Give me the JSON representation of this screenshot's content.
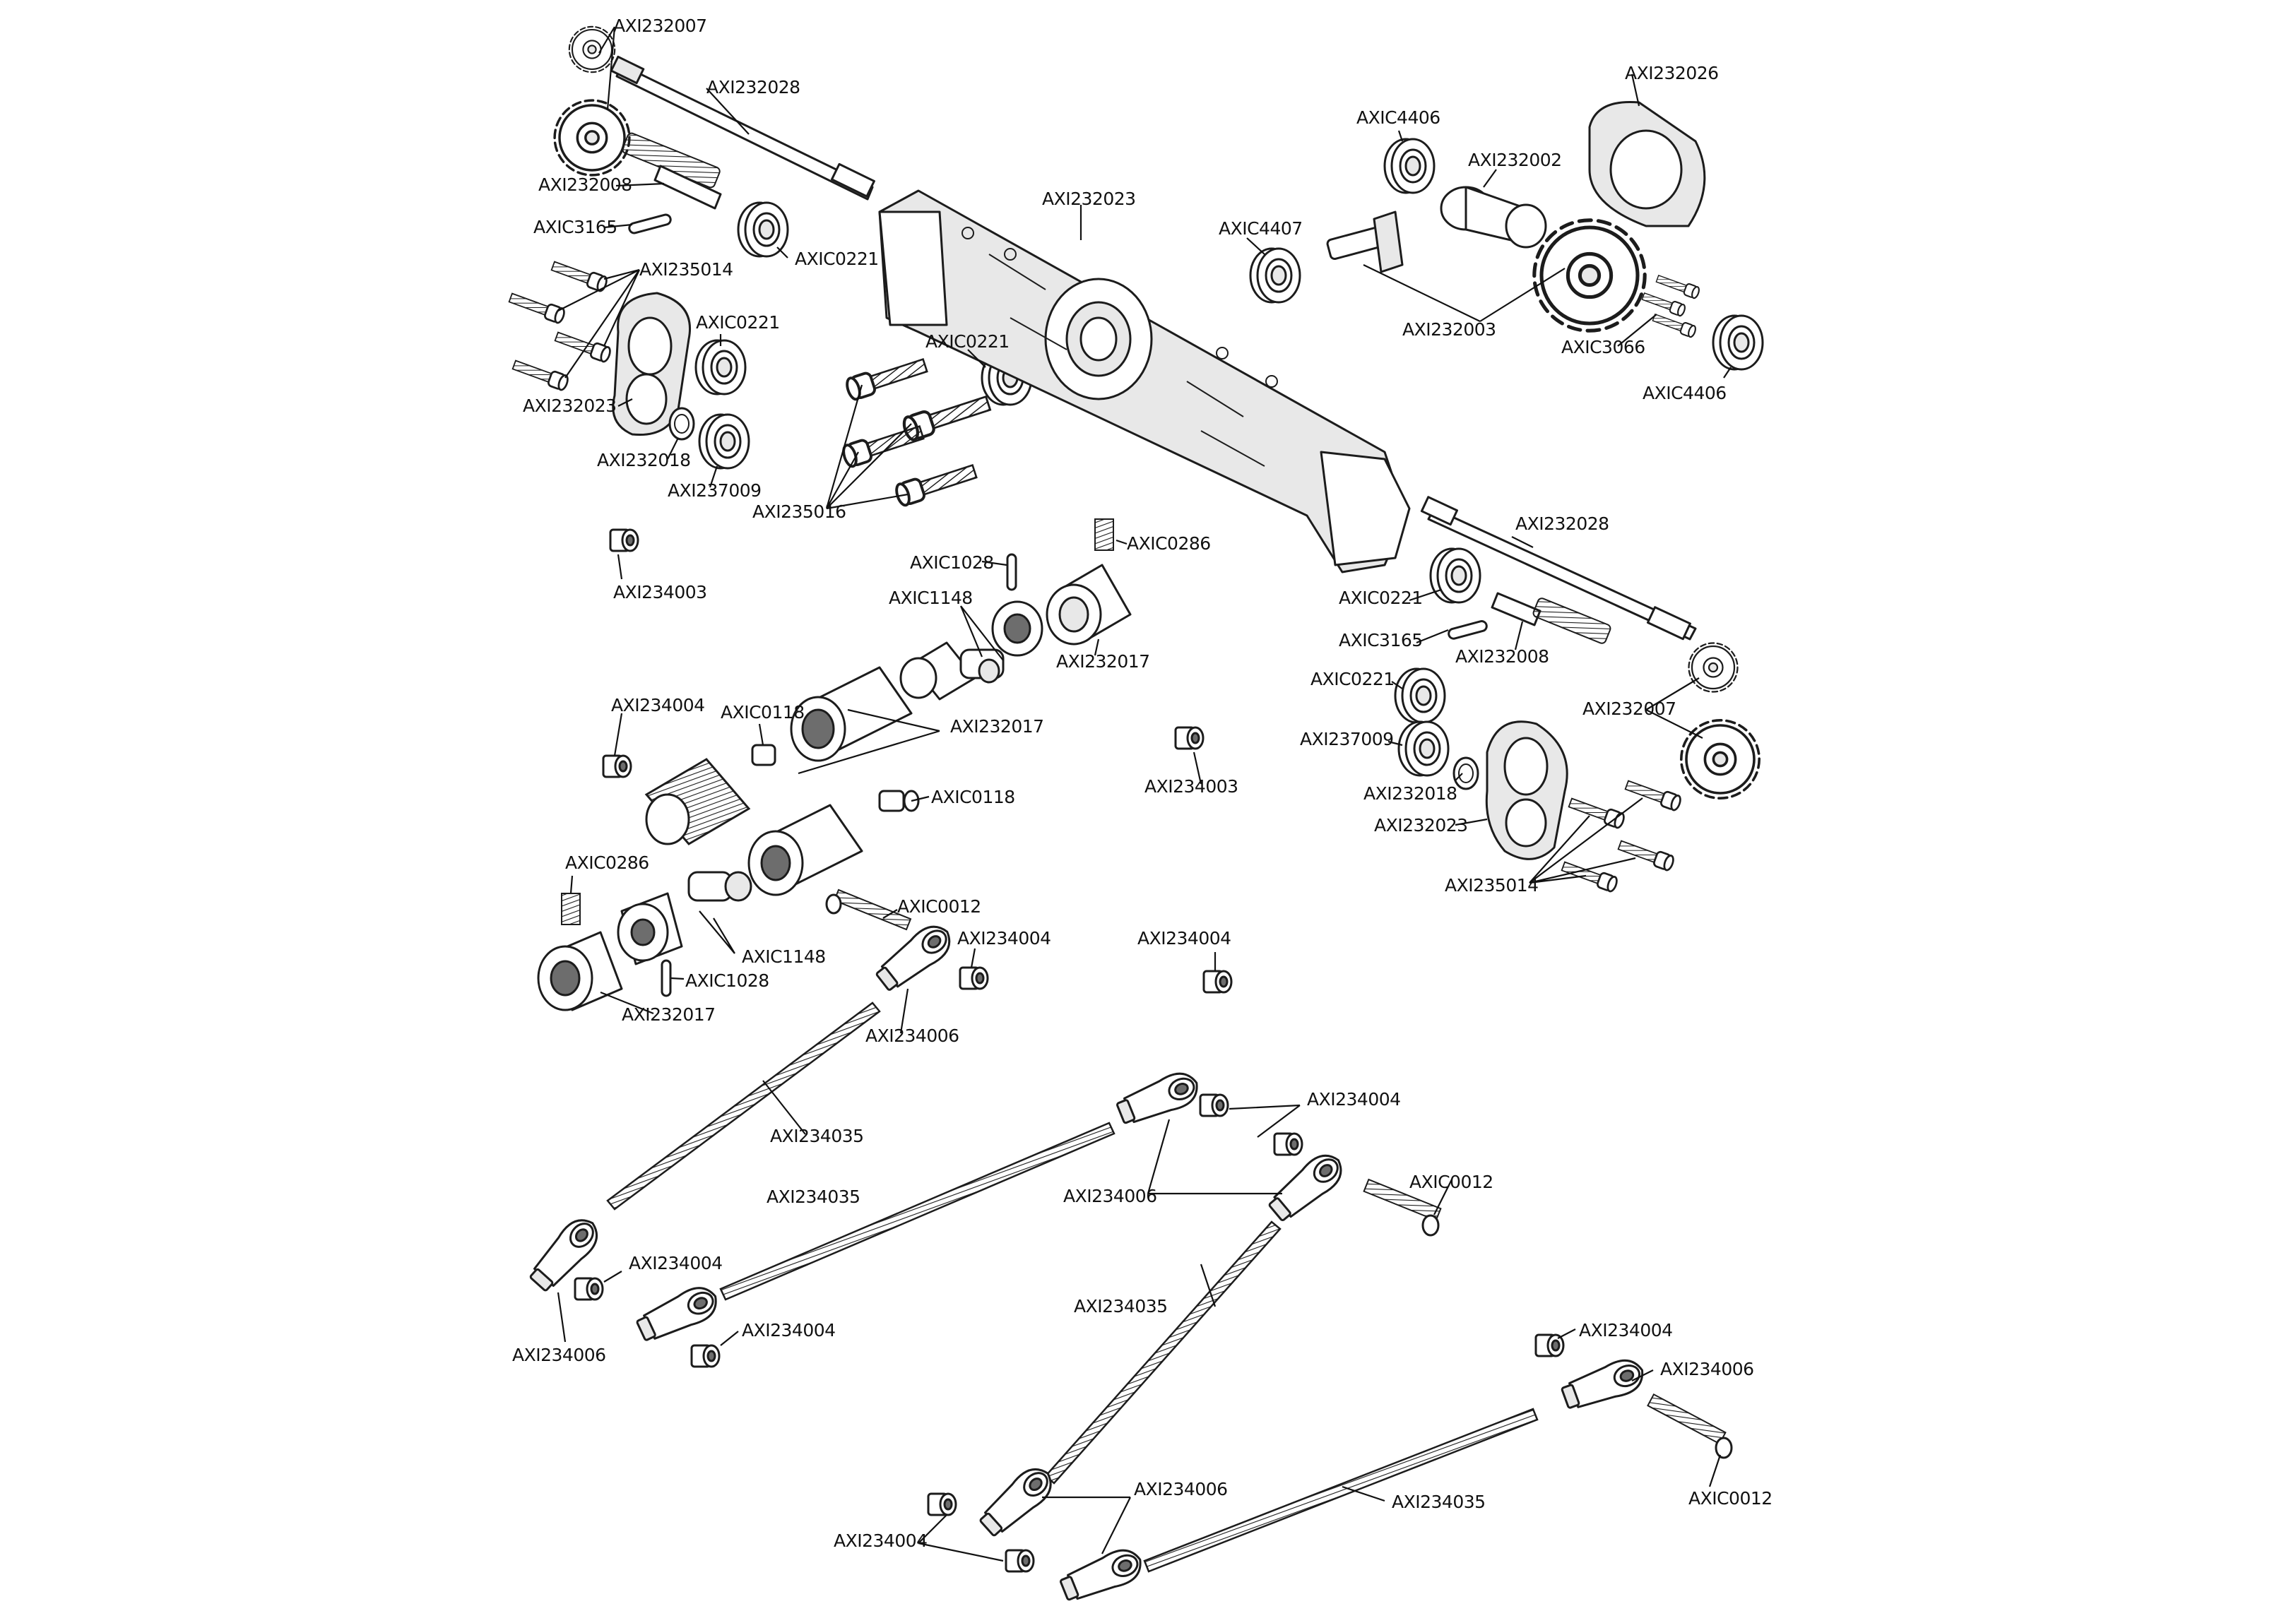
{
  "title": "",
  "labels": {
    "gear_pinion_top": "AXI232007",
    "shaft_top": "AXI232028",
    "pin_shaft_top": "AXI232008",
    "pin_top": "AXIC3165",
    "bearing_top_a": "AXIC0221",
    "screws_top": "AXI235014",
    "cover_top": "AXI232023",
    "bearing_top_b": "AXIC0221",
    "shim_top": "AXI232018",
    "bearing_top_c": "AXI237009",
    "screws_mid": "AXI235016",
    "bearing_mid": "AXIC0221",
    "housing": "AXI232023",
    "bearing_4407": "AXIC4407",
    "bearing_4406_top": "AXIC4406",
    "diff_case": "AXI232002",
    "ring_gear": "AXI232003",
    "diff_cover": "AXI232026",
    "screws_3066": "AXIC3066",
    "bearing_4406_right": "AXIC4406",
    "shaft_right": "AXI232028",
    "bearing_right_a": "AXIC0221",
    "pin_right": "AXIC3165",
    "pin_shaft_right": "AXI232008",
    "gear_pinion_right": "AXI232007",
    "bearing_right_b": "AXIC0221",
    "bearing_right_c": "AXI237009",
    "shim_right": "AXI232018",
    "cover_right": "AXI232023",
    "screws_right": "AXI235014",
    "bushing_left": "AXI234003",
    "pin_1028_top": "AXIC1028",
    "setscrew_top": "AXIC0286",
    "yoke_top": "AXIC1148",
    "coupler_top": "AXI232017",
    "bushing_a": "AXI234004",
    "screw_0118_top": "AXIC0118",
    "driveshaft": "AXI232017",
    "bushing_center": "AXI234003",
    "screw_0118_mid": "AXIC0118",
    "setscrew_bottom": "AXIC0286",
    "screw_0012_a": "AXIC0012",
    "yoke_bottom": "AXIC1148",
    "pin_1028_bottom": "AXIC1028",
    "coupler_bottom": "AXI232017",
    "bushing_b": "AXI234004",
    "bushing_c": "AXI234004",
    "rodend_a": "AXI234006",
    "link_a": "AXI234035",
    "bushing_d": "AXI234004",
    "link_b": "AXI234035",
    "rodend_b": "AXI234006",
    "screw_0012_b": "AXIC0012",
    "bushing_e": "AXI234004",
    "rodend_c": "AXI234006",
    "bushing_f": "AXI234004",
    "link_c": "AXI234035",
    "bushing_g": "AXI234004",
    "rodend_d": "AXI234006",
    "rodend_e": "AXI234006",
    "link_d": "AXI234035",
    "screw_0012_c": "AXIC0012",
    "bushing_h": "AXI234004"
  }
}
